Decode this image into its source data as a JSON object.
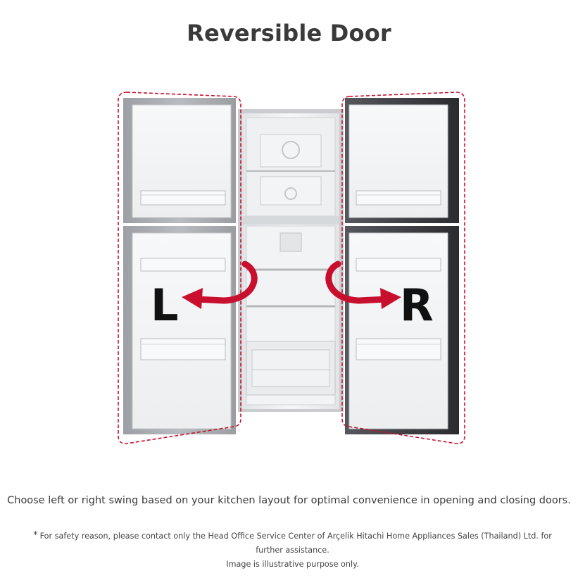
{
  "title": "Reversible Door",
  "labels": {
    "left": "L",
    "right": "R"
  },
  "caption": "Choose left or right swing based on your kitchen layout for optimal convenience in opening and closing doors.",
  "footnote": {
    "marker": "*",
    "line1": "For safety reason, please contact only the Head Office Service Center of Arçelik Hitachi Home Appliances Sales (Thailand) Ltd. for further assistance.",
    "line2": "Image is illustrative purpose only."
  },
  "colors": {
    "accent_red": "#c8102e",
    "door_left": "#a8abae",
    "door_right": "#3c3e42",
    "interior": "#f4f5f6"
  },
  "icons": [
    "swing-arrow-left-icon",
    "swing-arrow-right-icon"
  ]
}
